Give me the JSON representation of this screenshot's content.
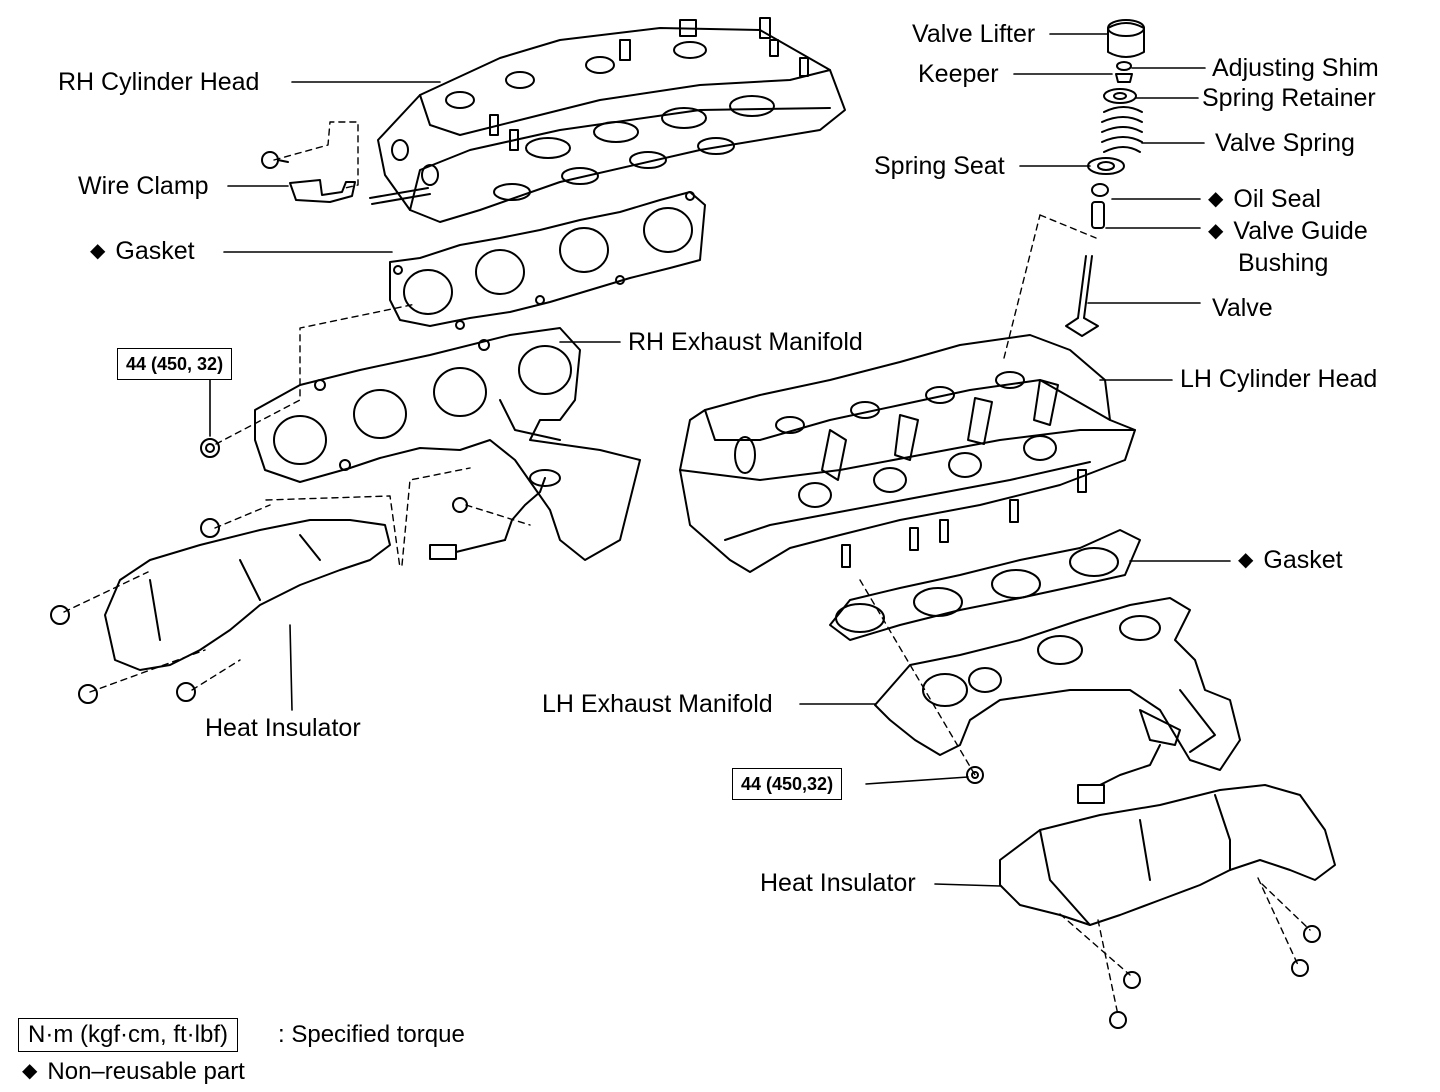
{
  "labels": {
    "rh_cylinder_head": "RH Cylinder Head",
    "wire_clamp": "Wire Clamp",
    "rh_gasket": "Gasket",
    "rh_exhaust_manifold": "RH Exhaust Manifold",
    "rh_heat_insulator": "Heat Insulator",
    "valve_lifter": "Valve Lifter",
    "keeper": "Keeper",
    "adjusting_shim": "Adjusting Shim",
    "spring_retainer": "Spring Retainer",
    "valve_spring": "Valve Spring",
    "spring_seat": "Spring Seat",
    "oil_seal": "Oil Seal",
    "valve_guide_bushing_1": "Valve Guide",
    "valve_guide_bushing_2": "Bushing",
    "valve": "Valve",
    "lh_cylinder_head": "LH Cylinder Head",
    "lh_gasket": "Gasket",
    "lh_exhaust_manifold": "LH Exhaust Manifold",
    "lh_heat_insulator": "Heat Insulator"
  },
  "torque": {
    "rh_nut": "44 (450, 32)",
    "lh_nut": "44 (450,32)"
  },
  "legend": {
    "torque_unit_box": "N·m (kgf·cm, ft·lbf)",
    "torque_desc": ": Specified torque",
    "nonreusable_desc": "Non–reusable part"
  },
  "markers": {
    "nonreusable": "◆"
  }
}
